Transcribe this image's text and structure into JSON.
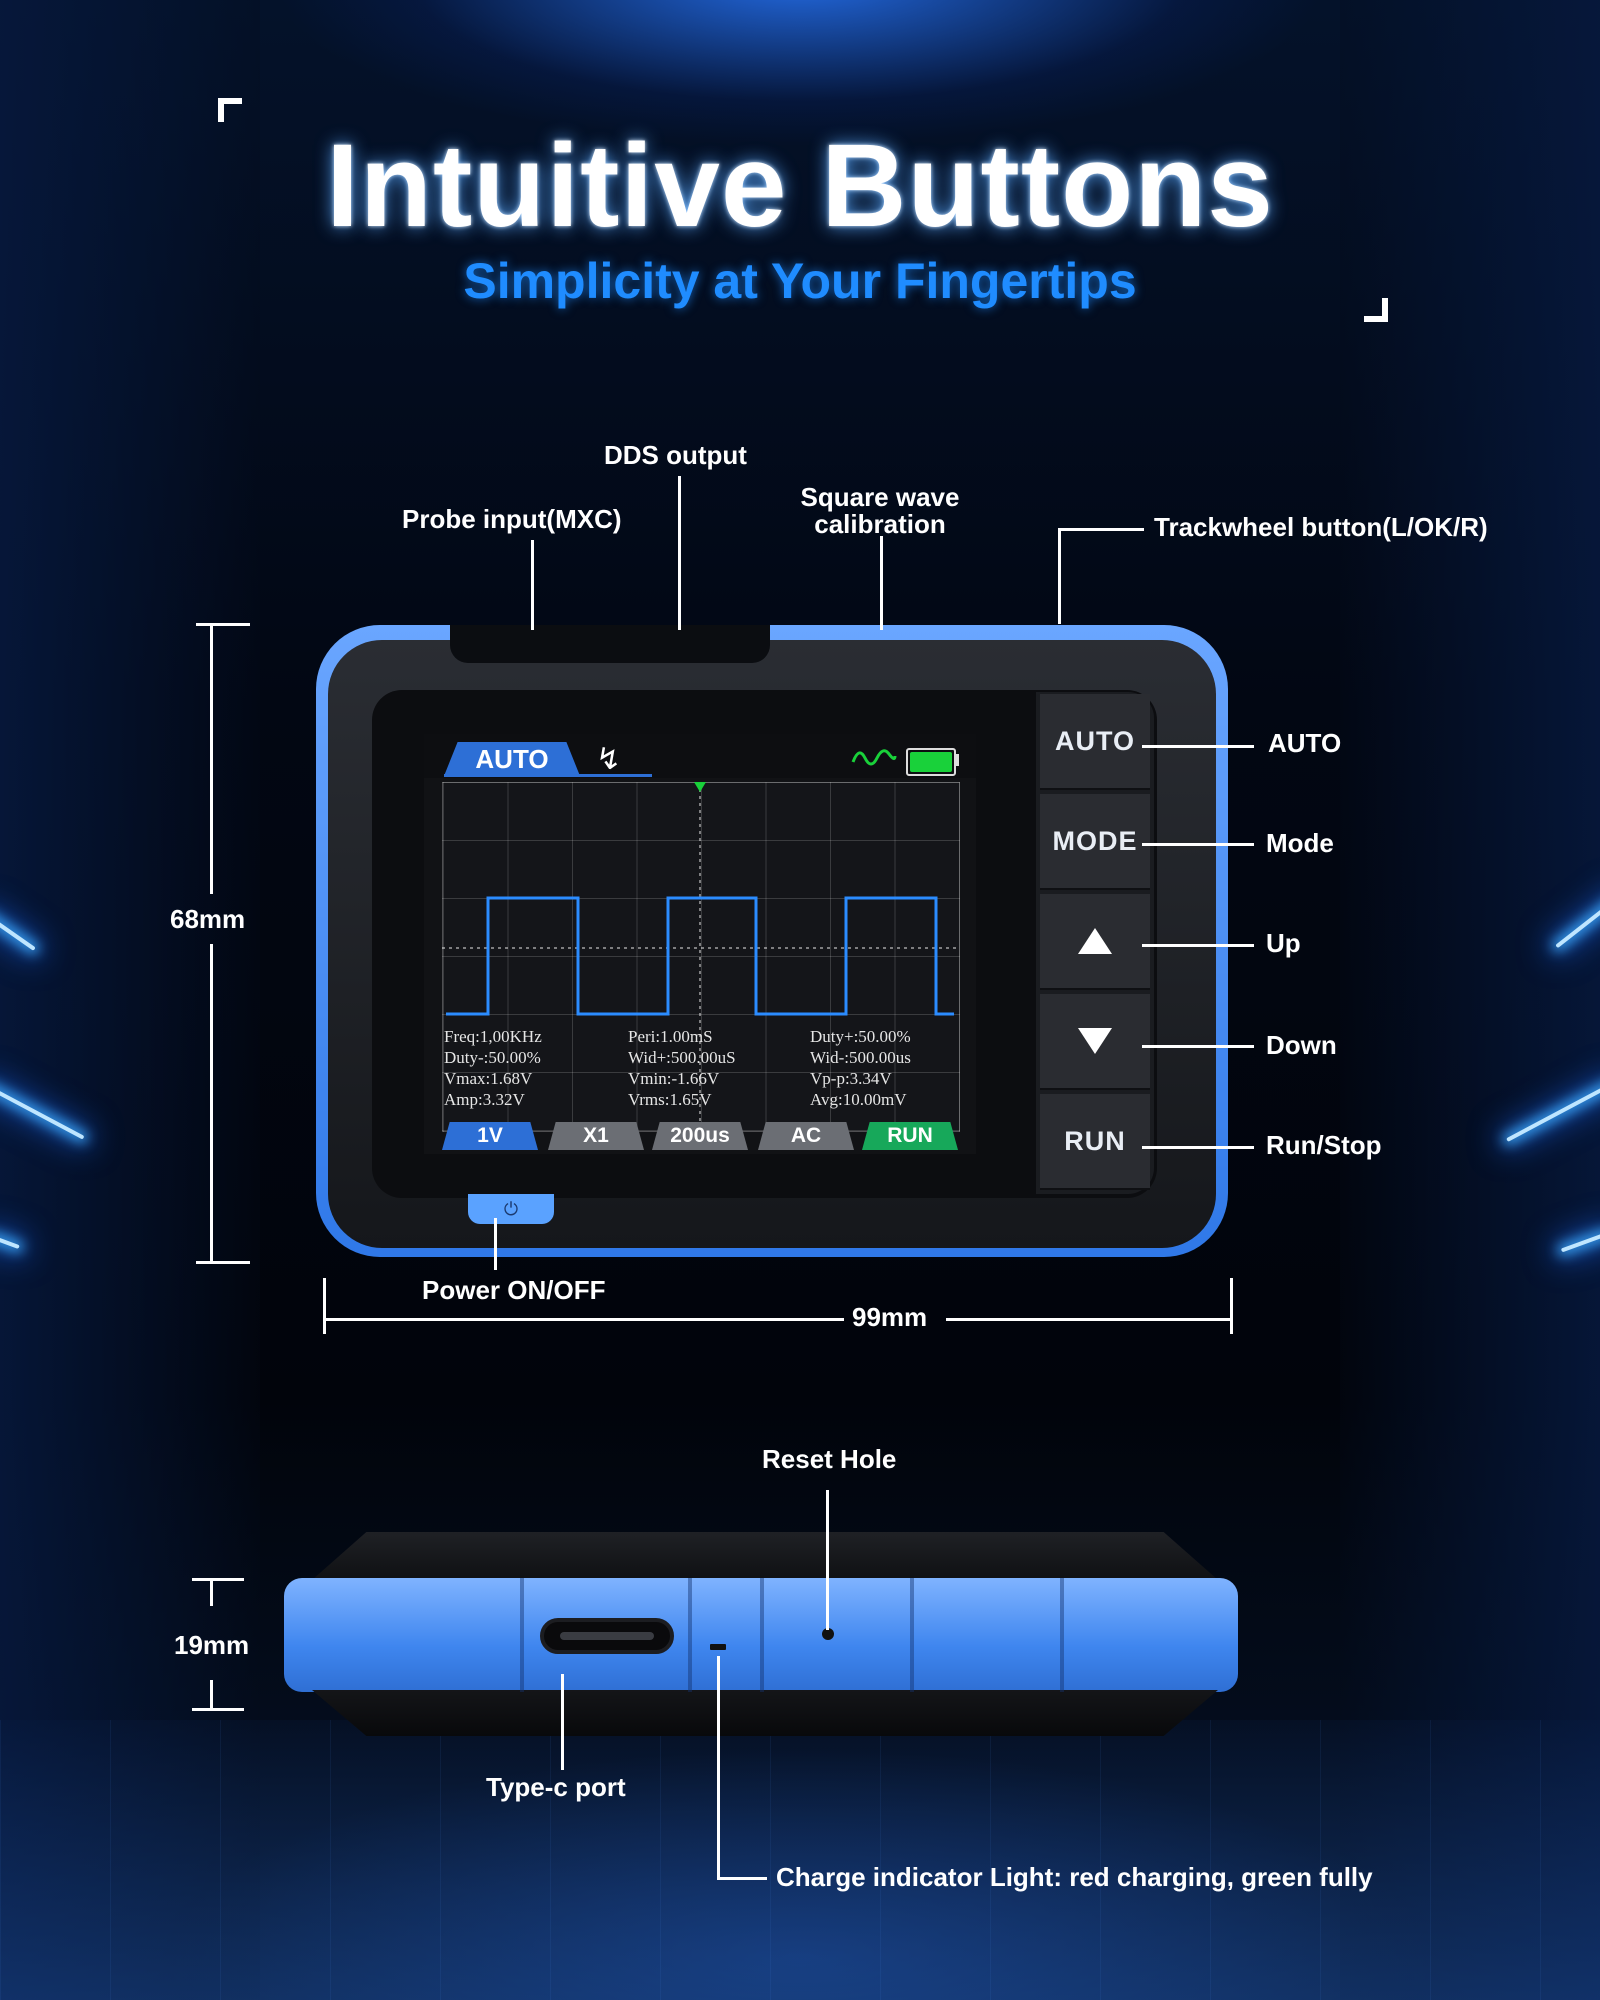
{
  "header": {
    "title": "Intuitive Buttons",
    "subtitle": "Simplicity at Your Fingertips"
  },
  "labels": {
    "dds_output": "DDS output",
    "probe_input": "Probe input(MXC)",
    "square_wave_line1": "Square wave",
    "square_wave_line2": "calibration",
    "trackwheel": "Trackwheel button(L/OK/R)",
    "auto": "AUTO",
    "mode": "Mode",
    "up": "Up",
    "down": "Down",
    "run_stop": "Run/Stop",
    "power": "Power ON/OFF",
    "reset_hole": "Reset Hole",
    "type_c": "Type-c port",
    "charge_light": "Charge indicator Light: red charging, green fully"
  },
  "dimensions": {
    "height": "68mm",
    "width": "99mm",
    "thickness": "19mm"
  },
  "device_buttons": {
    "auto": "AUTO",
    "mode": "MODE",
    "run": "RUN"
  },
  "screen": {
    "mode_tab": "AUTO",
    "measurements": {
      "col1": [
        "Freq:1,00KHz",
        "Duty-:50.00%",
        "Vmax:1.68V",
        "Amp:3.32V"
      ],
      "col2": [
        "Peri:1.00mS",
        "Wid+:500.00uS",
        "Vmin:-1.66V",
        "Vrms:1.65V"
      ],
      "col3": [
        "Duty+:50.00%",
        "Wid-:500.00us",
        "Vp-p:3.34V",
        "Avg:10.00mV"
      ]
    },
    "bottom_chips": [
      "1V",
      "X1",
      "200us",
      "AC",
      "RUN"
    ]
  },
  "colors": {
    "accent_blue": "#1f8cff",
    "device_blue": "#3f86ef",
    "waveform": "#2b8cff",
    "run_green": "#17a85a",
    "battery_green": "#19d13a"
  },
  "icons": {
    "trigger": "trigger-edge-icon",
    "wave": "sine-wave-icon",
    "battery": "battery-icon",
    "power": "power-icon",
    "up": "triangle-up-icon",
    "down": "triangle-down-icon"
  }
}
